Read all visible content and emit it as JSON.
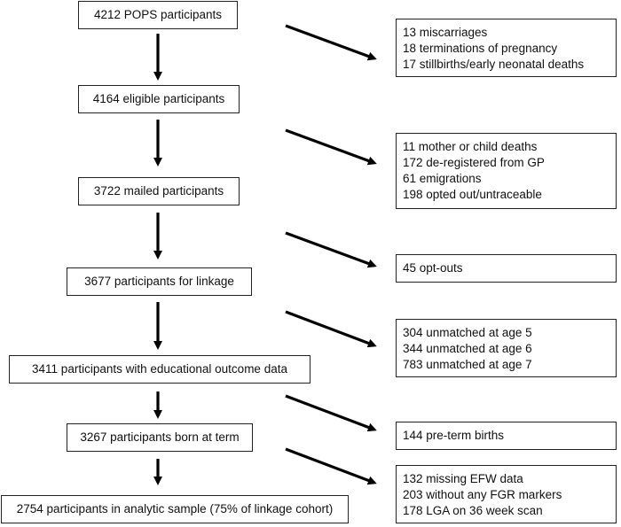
{
  "flow": {
    "main": [
      "4212 POPS participants",
      "4164 eligible participants",
      "3722 mailed participants",
      "3677 participants for linkage",
      "3411 participants with educational outcome data",
      "3267 participants born at term",
      "2754 participants in analytic sample (75% of linkage cohort)"
    ],
    "exclusions": [
      [
        "13 miscarriages",
        "18 terminations of pregnancy",
        "17 stillbirths/early neonatal deaths"
      ],
      [
        "11 mother or child deaths",
        "172 de-registered from GP",
        "61 emigrations",
        "198 opted out/untraceable"
      ],
      [
        "45 opt-outs"
      ],
      [
        "304 unmatched at age 5",
        "344 unmatched at age 6",
        "783 unmatched at age 7"
      ],
      [
        "144 pre-term births"
      ],
      [
        "132 missing EFW data",
        "203 without any FGR markers",
        "178 LGA on 36 week scan"
      ]
    ]
  },
  "colors": {
    "line": "#000000",
    "border": "#222222",
    "background": "#ffffff"
  }
}
